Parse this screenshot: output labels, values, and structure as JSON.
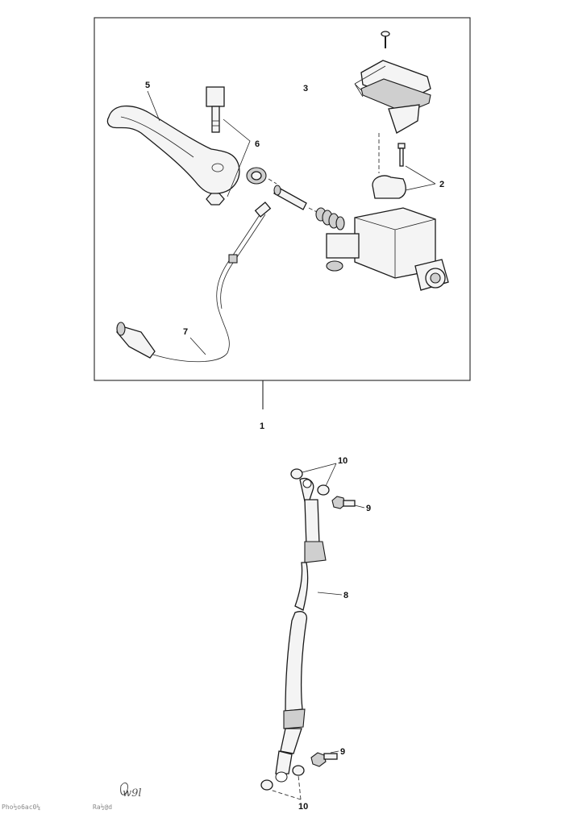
{
  "callouts": {
    "c1": "1",
    "c2": "2",
    "c3": "3",
    "c5": "5",
    "c6": "6",
    "c7": "7",
    "c8": "8",
    "c9a": "9",
    "c9b": "9",
    "c10a": "10",
    "c10b": "10"
  },
  "footer": {
    "stamp_left": "Pho½o6ac0¼",
    "stamp_right": "Ra½@d",
    "handwritten": "w9l"
  }
}
